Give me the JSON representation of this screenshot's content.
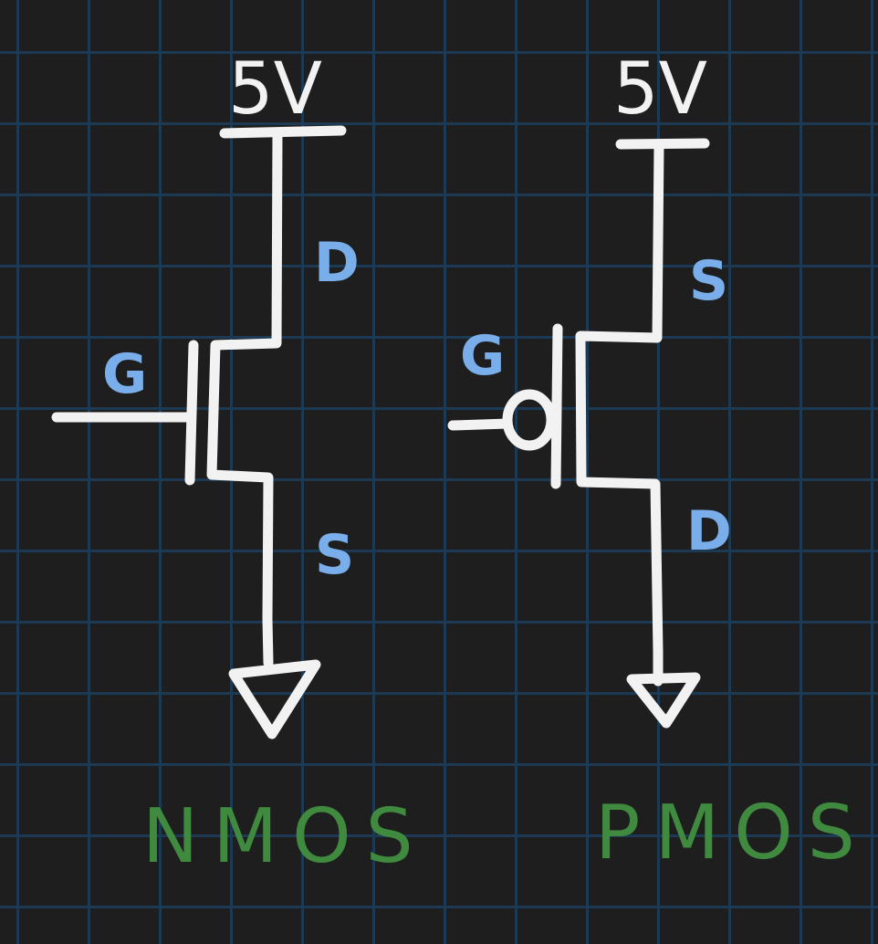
{
  "nmos": {
    "supply_label": "5V",
    "drain_label": "D",
    "gate_label": "G",
    "source_label": "S",
    "title": "NMOS"
  },
  "pmos": {
    "supply_label": "5V",
    "source_label": "S",
    "gate_label": "G",
    "drain_label": "D",
    "title": "PMOS"
  },
  "colors": {
    "background": "#1e1e1e",
    "grid": "#1d3a55",
    "wires": "#f2f2f2",
    "pin_labels": "#7aaeea",
    "titles": "#3f8a3f"
  }
}
